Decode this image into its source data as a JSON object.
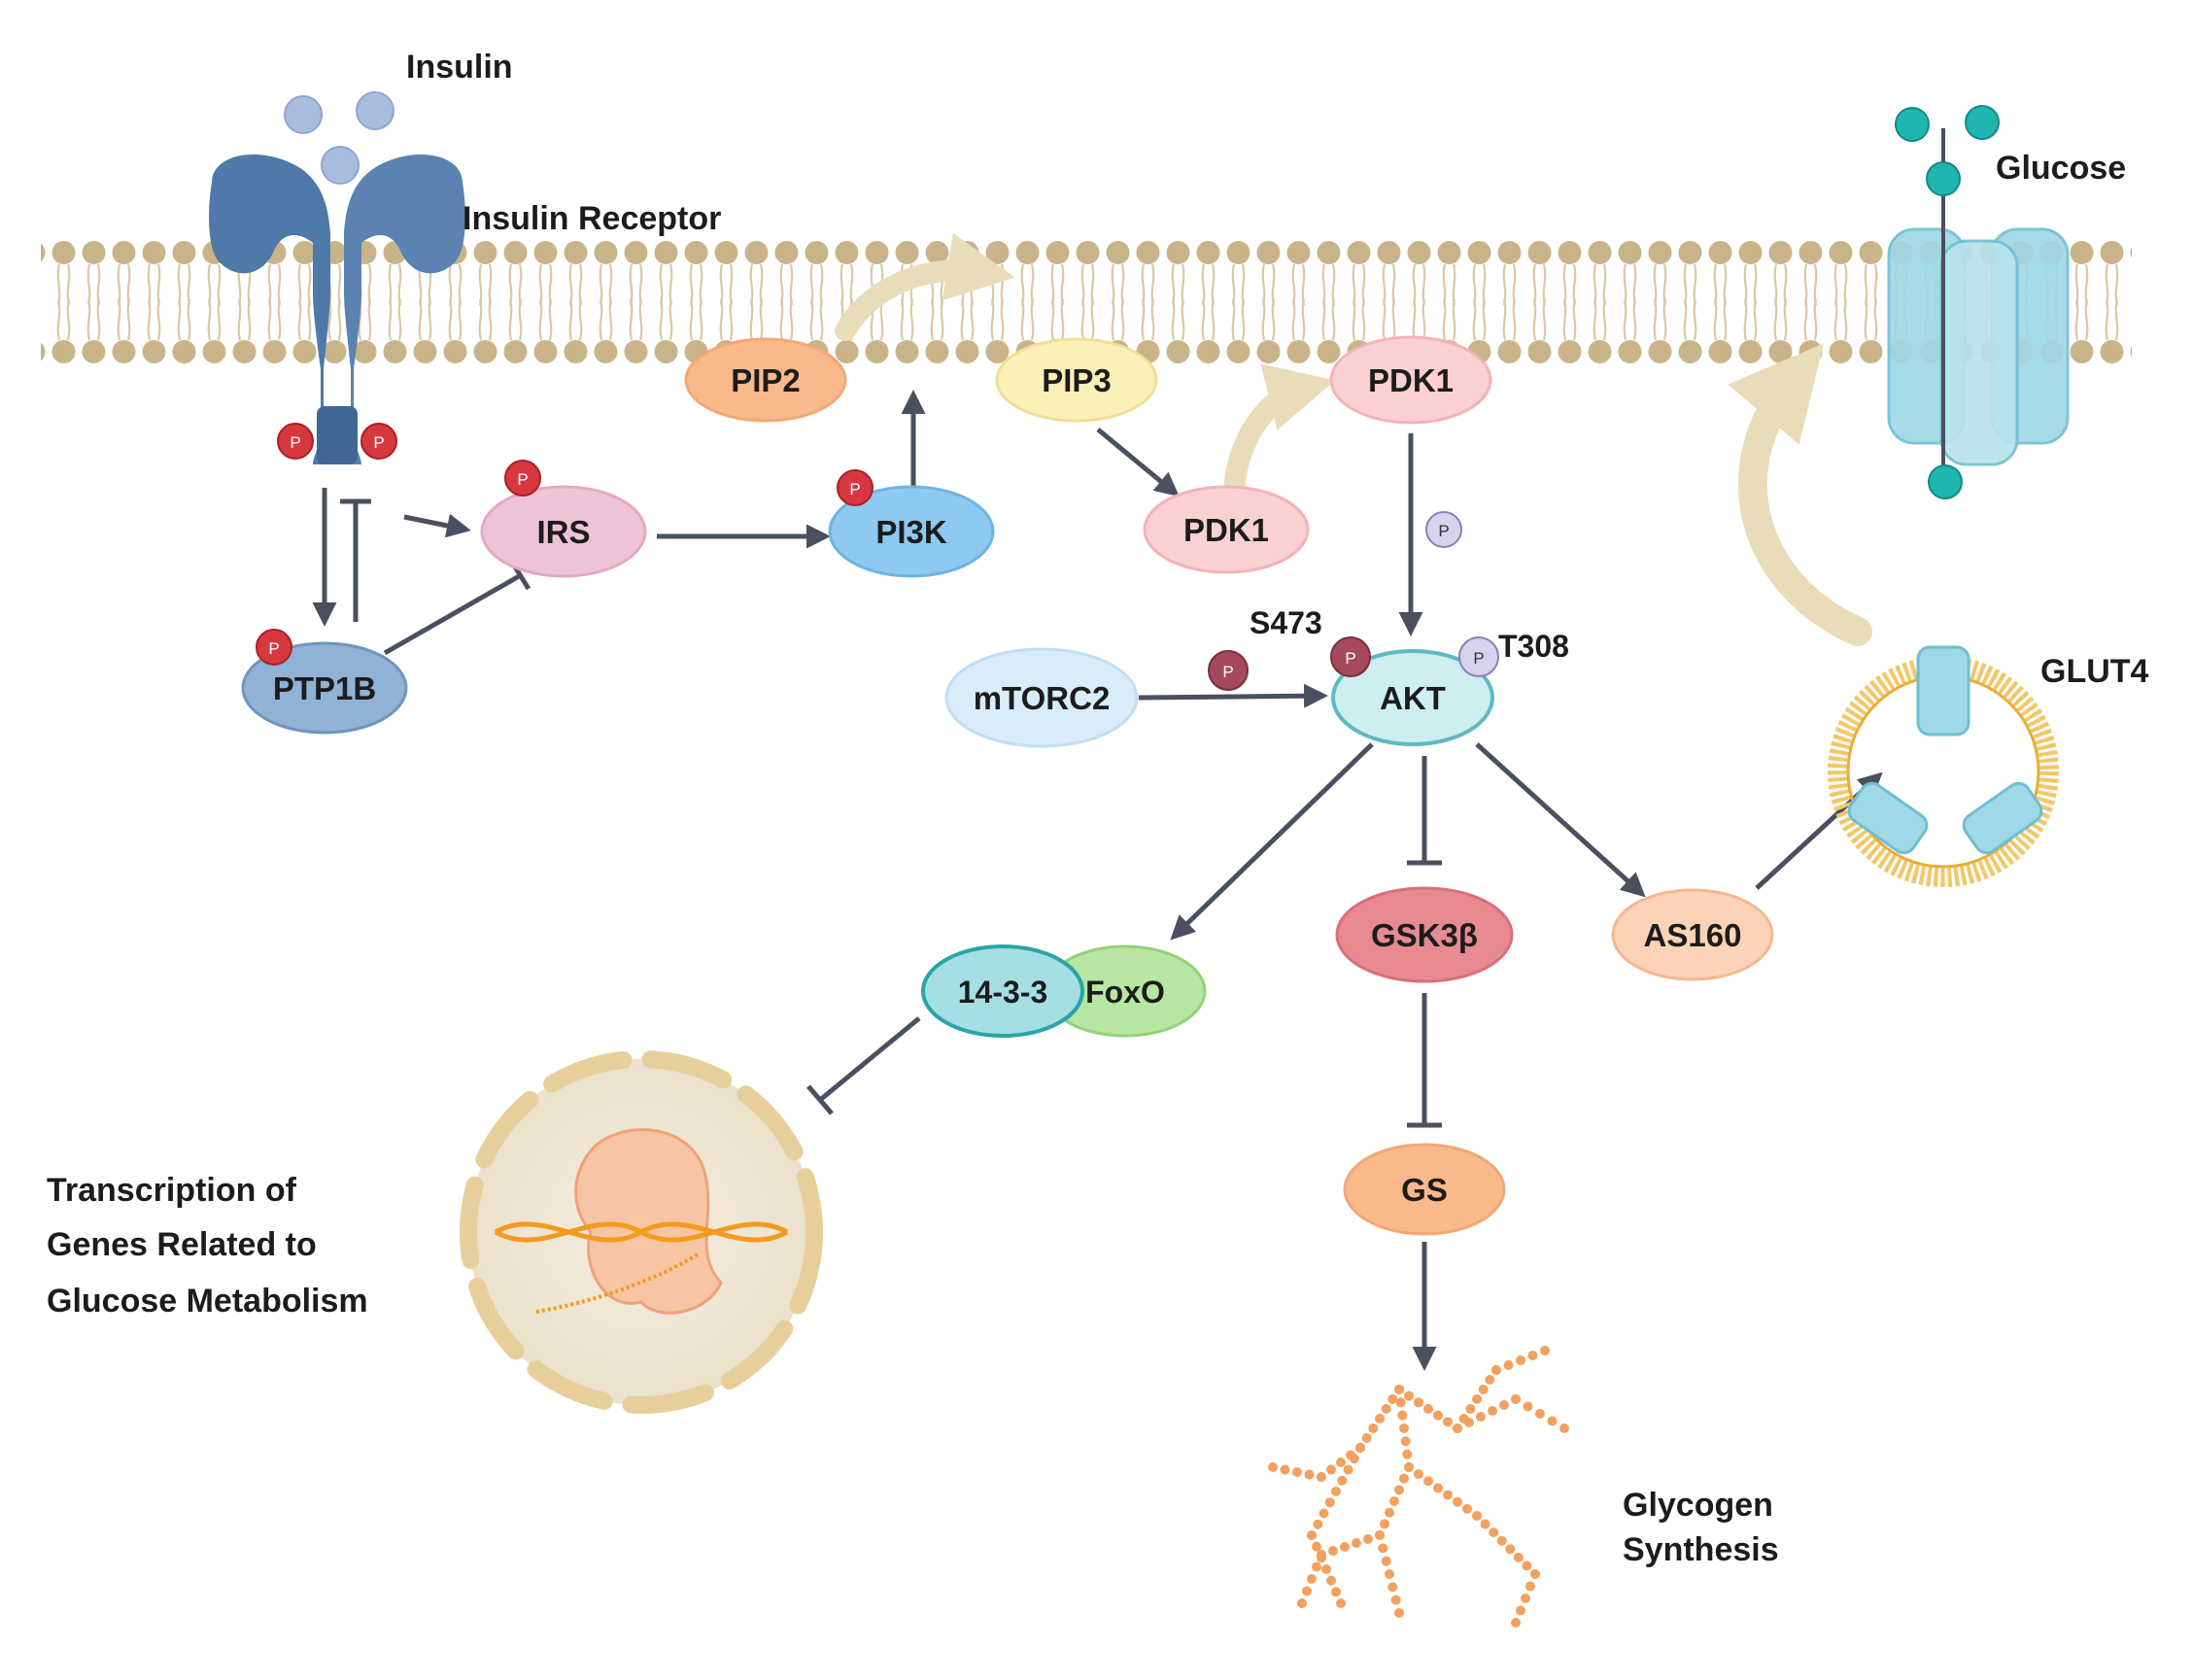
{
  "labels": {
    "insulin": "Insulin",
    "insulin_receptor": "Insulin Receptor",
    "glucose": "Glucose",
    "s473": "S473",
    "t308": "T308",
    "glut4": "GLUT4",
    "transcription": [
      "Transcription of",
      "Genes Related to",
      "Glucose Metabolism"
    ],
    "glycogen": [
      "Glycogen",
      "Synthesis"
    ],
    "phospho": "P"
  },
  "nodes": {
    "pip2": "PIP2",
    "pip3": "PIP3",
    "pdk1_membrane": "PDK1",
    "pdk1": "PDK1",
    "irs": "IRS",
    "pi3k": "PI3K",
    "ptp1b": "PTP1B",
    "mtorc2": "mTORC2",
    "akt": "AKT",
    "gsk3b": "GSK3β",
    "as160": "AS160",
    "p1433": "14-3-3",
    "foxo": "FoxO",
    "gs": "GS"
  },
  "colors": {
    "membrane_head": "#c9b48a",
    "membrane_tail": "#d8c9a6",
    "receptor": "#4f79a8",
    "insulin": "#a9bde0",
    "glucose": "#1fb5b0",
    "phospho_red": "#d7383f",
    "phospho_maroon": "#a54a5c",
    "phospho_lilac": "#d9d2ee",
    "arrow": "#4a5060",
    "curved_arrow": "#e9dcb8",
    "text": "#1c1c1c"
  }
}
